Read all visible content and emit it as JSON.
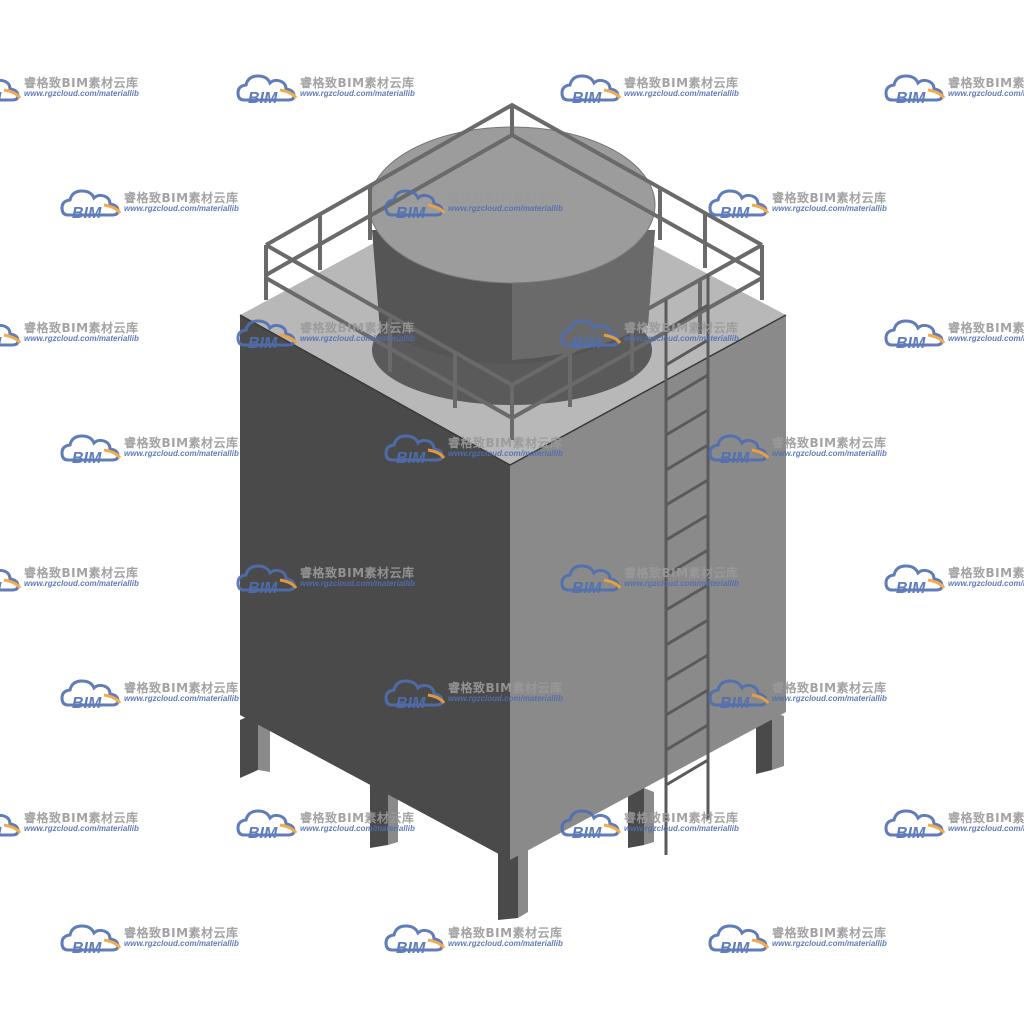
{
  "watermark": {
    "logo_text": "BIM",
    "brand_name": "睿格致BIM素材云库",
    "url": "www.rgzcloud.com/materiallib",
    "colors": {
      "cloud": "#4f6fb3",
      "accent": "#f2a23a",
      "text": "#9a9a9a"
    }
  },
  "model": {
    "icon": "cooling-tower-3d-model",
    "colors": {
      "front_face": "#4a4a4a",
      "side_face": "#8a8a8a",
      "top_face": "#b8b8b8",
      "fan_stack_dark": "#555555",
      "fan_top": "#9c9c9c",
      "railing": "#6a6a6a"
    }
  }
}
